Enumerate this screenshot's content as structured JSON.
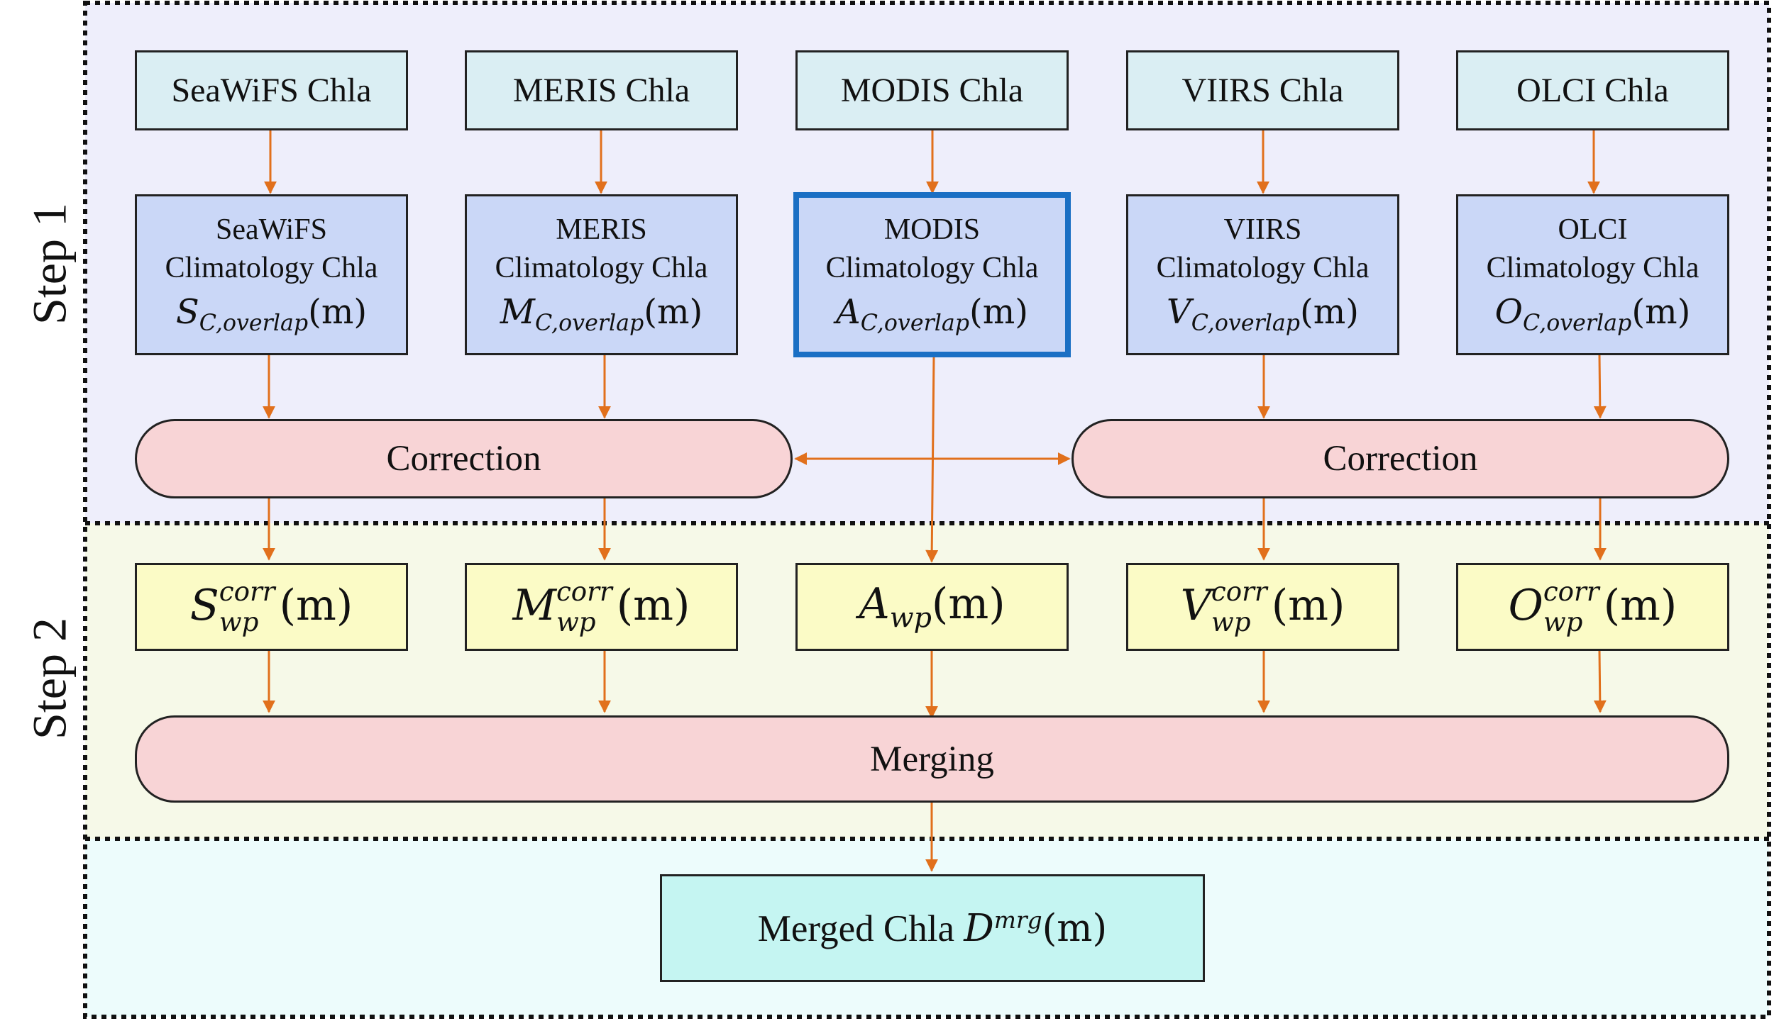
{
  "steps": {
    "step1": "Step 1",
    "step2": "Step 2"
  },
  "sensors": {
    "seawifs": {
      "source": "SeaWiFS Chla",
      "clim1": "SeaWiFS",
      "clim2": "Climatology Chla",
      "sym": "S",
      "clim_sub": "C,overlap",
      "arg": "(m)",
      "corr_sup": "corr",
      "corr_sub": "wp"
    },
    "meris": {
      "source": "MERIS Chla",
      "clim1": "MERIS",
      "clim2": "Climatology Chla",
      "sym": "M",
      "clim_sub": "C,overlap",
      "arg": "(m)",
      "corr_sup": "corr",
      "corr_sub": "wp"
    },
    "modis": {
      "source": "MODIS Chla",
      "clim1": "MODIS",
      "clim2": "Climatology Chla",
      "sym": "A",
      "clim_sub": "C,overlap",
      "arg": "(m)",
      "corr_sub": "wp"
    },
    "viirs": {
      "source": "VIIRS Chla",
      "clim1": "VIIRS",
      "clim2": "Climatology Chla",
      "sym": "V",
      "clim_sub": "C,overlap",
      "arg": "(m)",
      "corr_sup": "corr",
      "corr_sub": "wp"
    },
    "olci": {
      "source": "OLCI Chla",
      "clim1": "OLCI",
      "clim2": "Climatology Chla",
      "sym": "O",
      "clim_sub": "C,overlap",
      "arg": "(m)",
      "corr_sup": "corr",
      "corr_sub": "wp"
    }
  },
  "correction_label": "Correction",
  "merging_label": "Merging",
  "final": {
    "prefix": "Merged Chla",
    "sym": "D",
    "sup": "mrg",
    "arg": "(m)"
  },
  "colors": {
    "step1_bg": "#eeeefb",
    "step2_bg": "#f6f9e8",
    "step3_bg": "#edfcfc",
    "arrow": "#e1701c",
    "highlight_border": "#1a6fc4"
  }
}
